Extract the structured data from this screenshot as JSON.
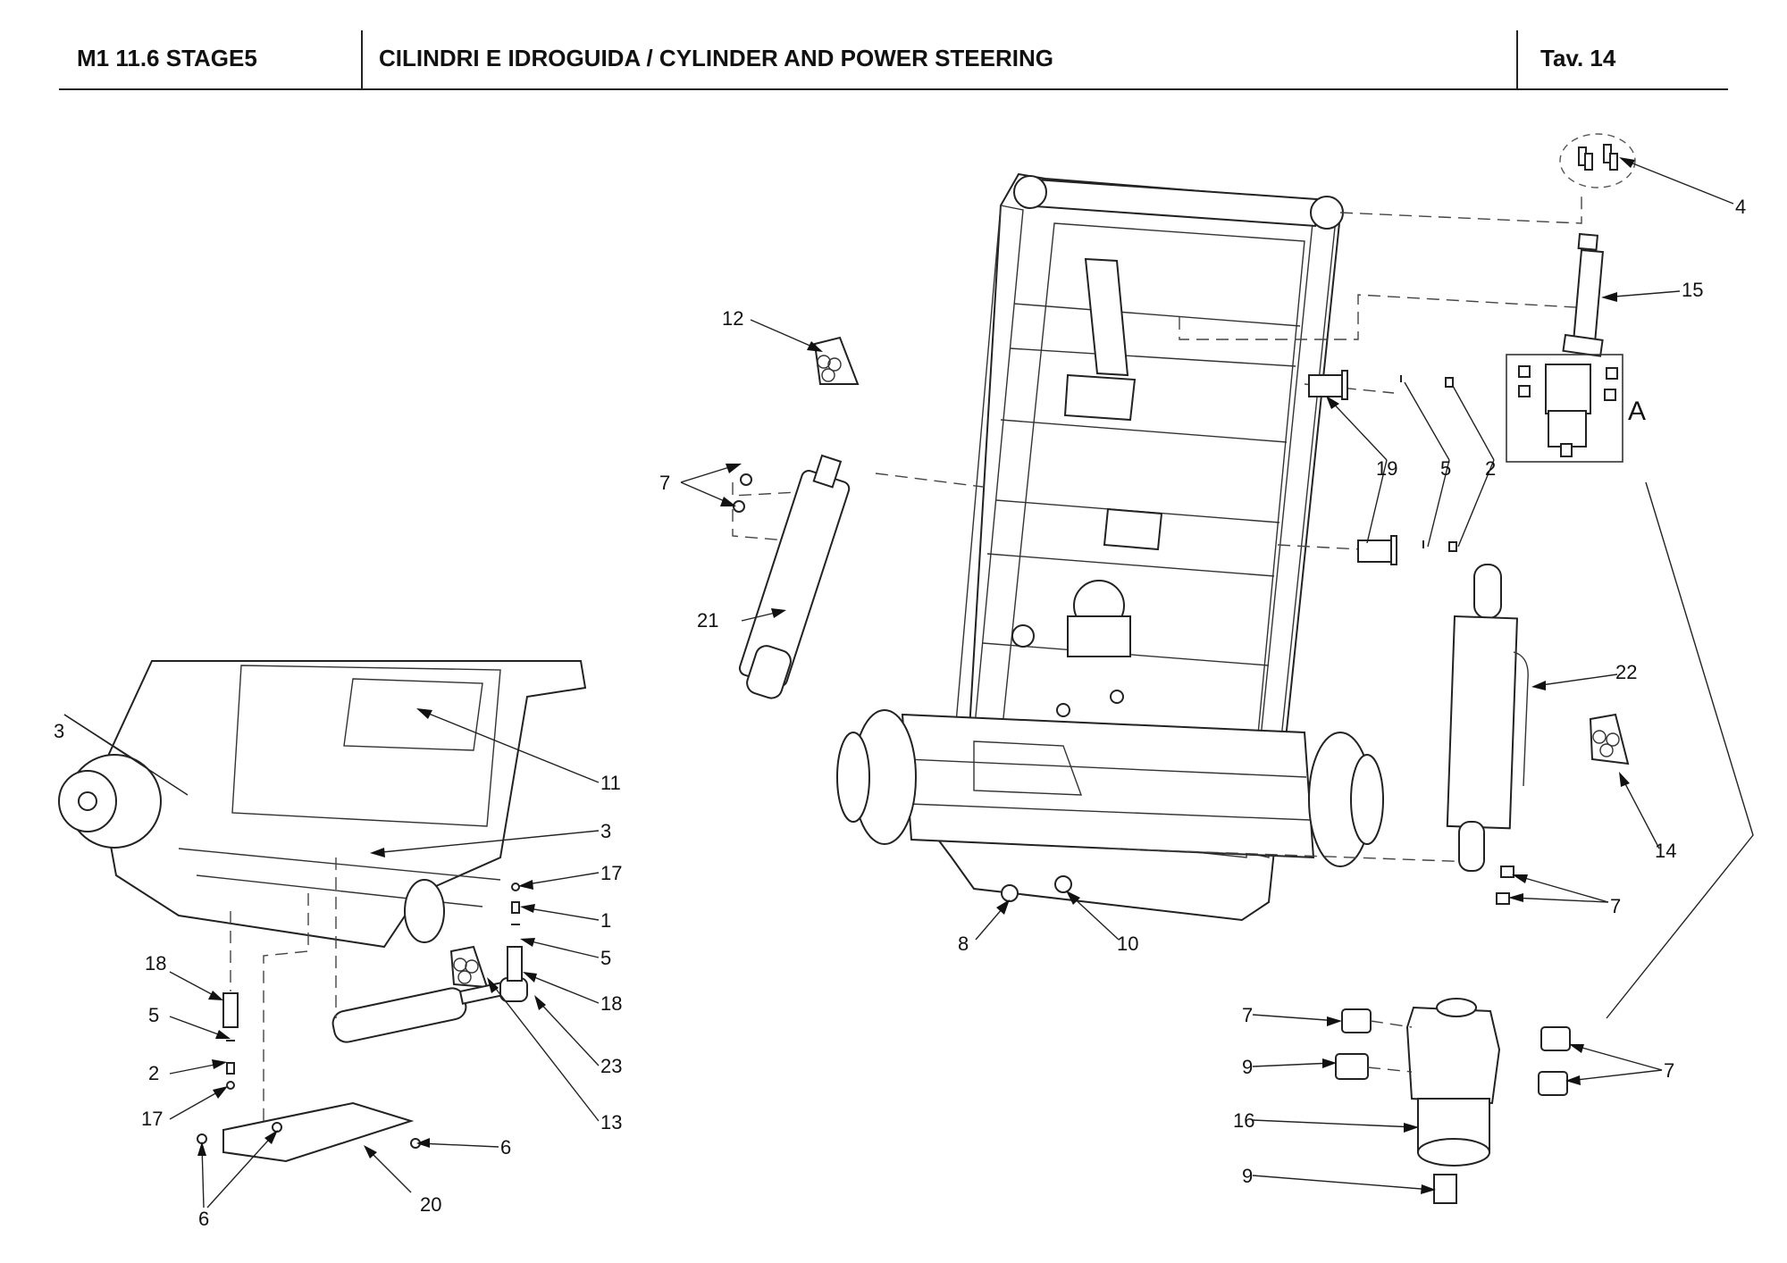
{
  "header": {
    "model": "M1 11.6 STAGE5",
    "title": "CILINDRI E IDROGUIDA / CYLINDER AND POWER STEERING",
    "table_ref": "Tav.  14"
  },
  "detail_label": "A",
  "callouts": {
    "c4": "4",
    "c15": "15",
    "c12": "12",
    "c7a": "7",
    "c21": "21",
    "c19": "19",
    "c5a": "5",
    "c2a": "2",
    "c22": "22",
    "c14": "14",
    "c7b": "7",
    "c8": "8",
    "c10": "10",
    "c3a": "3",
    "c11": "11",
    "c3b": "3",
    "c17a": "17",
    "c1": "1",
    "c5b": "5",
    "c18a": "18",
    "c23": "23",
    "c18b": "18",
    "c5c": "5",
    "c2b": "2",
    "c17b": "17",
    "c13": "13",
    "c6a": "6",
    "c6b": "6",
    "c20": "20",
    "c7c": "7",
    "c9a": "9",
    "c7d": "7",
    "c16": "16",
    "c9b": "9"
  }
}
